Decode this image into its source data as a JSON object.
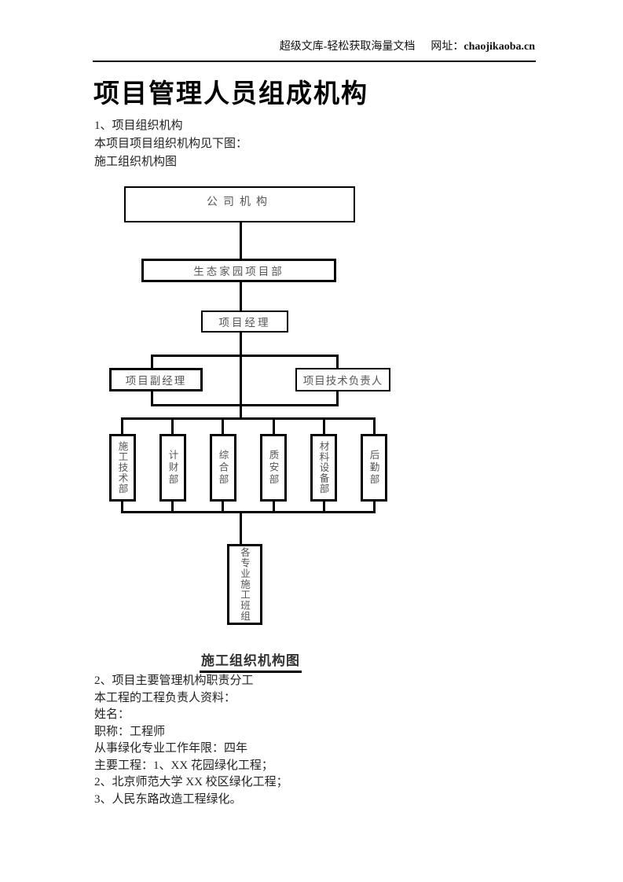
{
  "header": {
    "site": "超级文库-轻松获取海量文档",
    "url_prefix": "网址：",
    "url": "chaojikaoba.cn"
  },
  "title": "项目管理人员组成机构",
  "intro_lines": [
    "1、项目组织机构",
    "本项目项目组织机构见下图：",
    "施工组织机构图"
  ],
  "org_chart": {
    "caption": "施工组织机构图",
    "company": "公司机构",
    "project_department": "生态家园项目部",
    "project_manager": "项目经理",
    "deputy_project_manager": "项目副经理",
    "technical_director": "项目技术负责人",
    "departments": [
      "施工技术部",
      "计财部",
      "综合部",
      "质安部",
      "材料设备部",
      "后勤部"
    ],
    "construction_crews": "各专业施工班组"
  },
  "section2_lines": [
    "2、项目主要管理机构职责分工",
    "本工程的工程负责人资料：",
    "姓名：",
    "职称：工程师",
    "从事绿化专业工作年限：四年",
    "主要工程：1、XX 花园绿化工程；",
    "2、北京师范大学 XX 校区绿化工程；",
    "3、人民东路改造工程绿化。"
  ]
}
